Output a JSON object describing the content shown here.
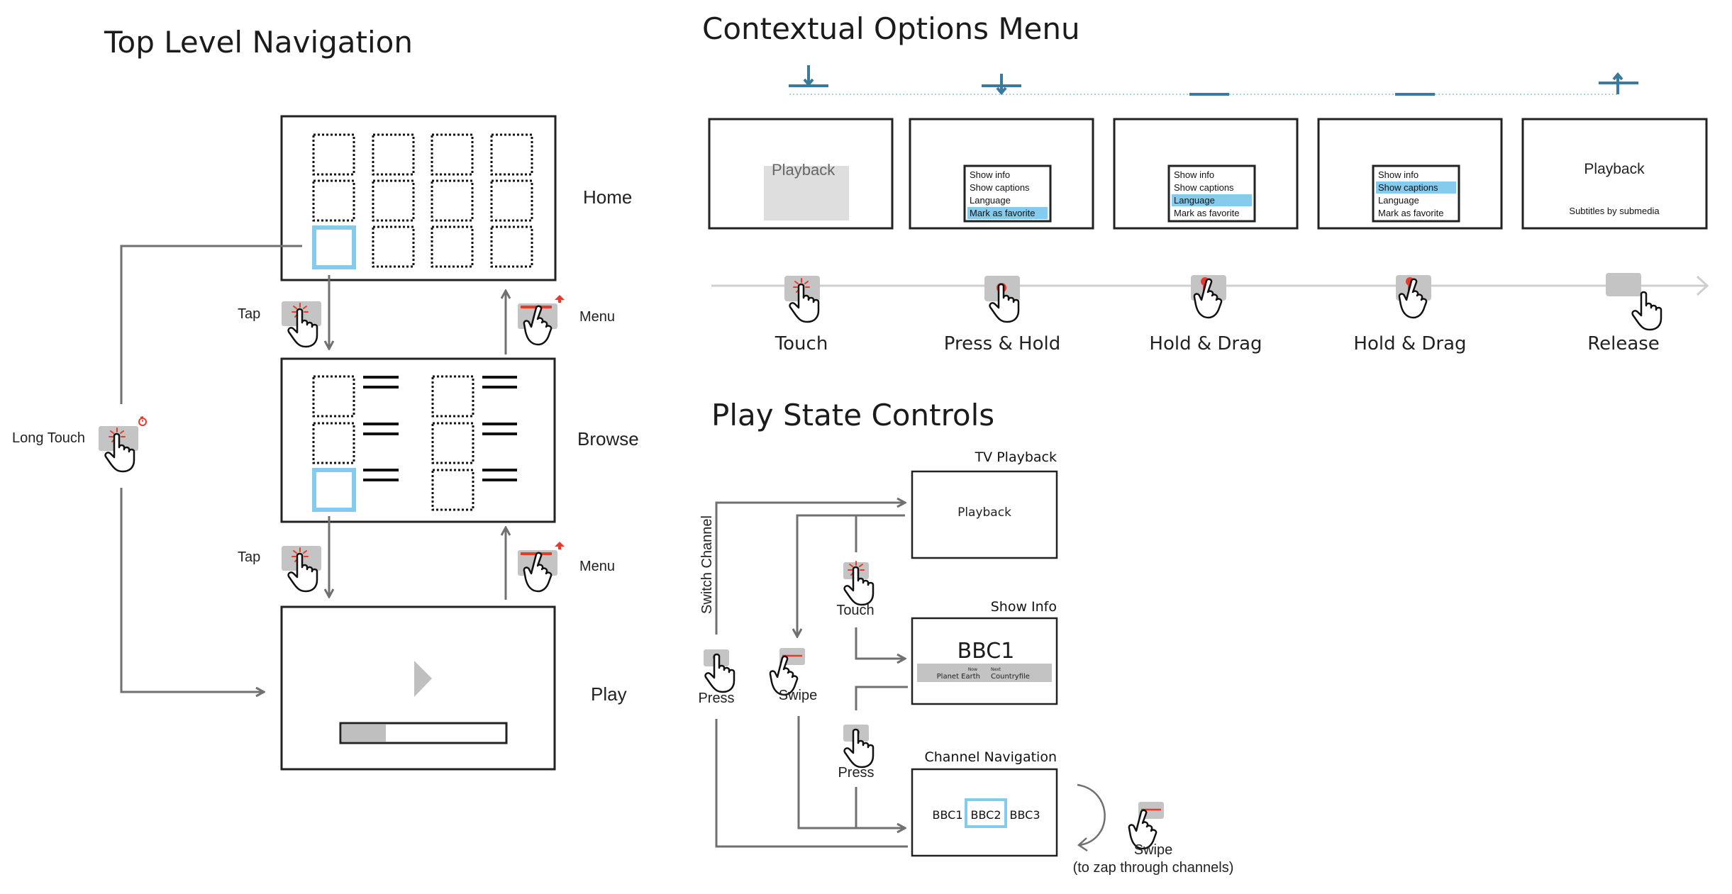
{
  "top_level_navigation": {
    "title": "Top Level Navigation",
    "screens": {
      "home": "Home",
      "browse": "Browse",
      "play": "Play"
    },
    "gestures": {
      "tap_1": "Tap",
      "tap_2": "Tap",
      "menu_1": "Menu",
      "menu_2": "Menu",
      "long_touch": "Long Touch"
    },
    "home_grid": {
      "rows": 3,
      "cols": 4,
      "selected": "row 3, col 1"
    },
    "browse_grid": {
      "rows": 3,
      "cols": 2,
      "selected": "row 3, col 1"
    },
    "play_progress": 0.27
  },
  "contextual_options_menu": {
    "title": "Contextual Options Menu",
    "frames": [
      {
        "main_text": "Playback",
        "menu": null,
        "selected": null
      },
      {
        "menu": [
          "Show info",
          "Show captions",
          "Language",
          "Mark as favorite"
        ],
        "selected": 3
      },
      {
        "menu": [
          "Show info",
          "Show captions",
          "Language",
          "Mark as favorite"
        ],
        "selected": 2
      },
      {
        "menu": [
          "Show info",
          "Show captions",
          "Language",
          "Mark as favorite"
        ],
        "selected": 1
      },
      {
        "main_text": "Playback",
        "sub_text": "Subtitles by submedia"
      }
    ],
    "steps": [
      "Touch",
      "Press & Hold",
      "Hold & Drag",
      "Hold & Drag",
      "Release"
    ]
  },
  "play_state_controls": {
    "title": "Play State Controls",
    "tv_playback": {
      "label": "TV Playback",
      "content": "Playback"
    },
    "show_info": {
      "label": "Show Info",
      "channel": "BBC1",
      "now_label": "Now",
      "now_value": "Planet Earth",
      "next_label": "Next",
      "next_value": "Countryfile"
    },
    "channel_navigation": {
      "label": "Channel Navigation",
      "channels": [
        "BBC1",
        "BBC2",
        "BBC3"
      ],
      "selected": 1
    },
    "gestures": {
      "switch_channel": "Switch Channel",
      "press_left": "Press",
      "swipe_left": "Swipe",
      "touch": "Touch",
      "press_mid": "Press",
      "swipe_right": "Swipe",
      "swipe_right_note": "(to zap through channels)"
    }
  },
  "colors": {
    "highlight_blue": "#85cbee",
    "accent_red": "#e8392a",
    "timeline_blue": "#3a7a9c",
    "pad_gray": "#c4c4c4"
  }
}
